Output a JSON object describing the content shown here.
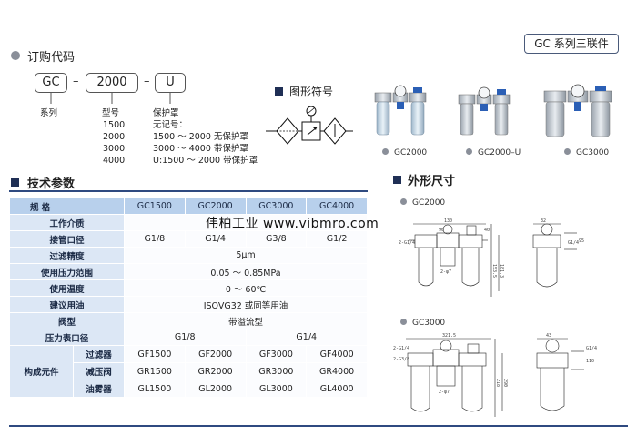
{
  "series_badge": "GC 系列三联件",
  "order_code": {
    "title": "订购代码",
    "boxes": [
      "GC",
      "2000",
      "U"
    ],
    "series_label": "系列",
    "model_label": "型号",
    "models": [
      "1500",
      "2000",
      "3000",
      "4000"
    ],
    "guard_title": "保护罩",
    "guard_lines": [
      "无记号：",
      "1500 ～ 2000 无保护罩",
      "3000 ～ 4000 带保护罩",
      "U:1500 ～ 2000 带保护罩"
    ]
  },
  "symbol": {
    "title": "图形符号"
  },
  "products": [
    {
      "label": "GC2000"
    },
    {
      "label": "GC2000–U"
    },
    {
      "label": "GC3000"
    }
  ],
  "spec": {
    "title": "技术参数",
    "header_label": "规 格",
    "models": [
      "GC1500",
      "GC2000",
      "GC3000",
      "GC4000"
    ],
    "rows": [
      {
        "label": "工作介质",
        "value": ""
      },
      {
        "label": "接管口径",
        "values": [
          "G1/8",
          "G1/4",
          "G3/8",
          "G1/2"
        ]
      },
      {
        "label": "过滤精度",
        "value": "5μm"
      },
      {
        "label": "使用压力范围",
        "value": "0.05 ～ 0.85MPa"
      },
      {
        "label": "使用温度",
        "value": "0 ～ 60℃"
      },
      {
        "label": "建议用油",
        "value": "ISOVG32 或同等用油"
      },
      {
        "label": "阀型",
        "value": "带溢流型"
      },
      {
        "label": "压力表口径",
        "values2": [
          "G1/8",
          "G1/4"
        ]
      }
    ],
    "components": {
      "label": "构成元件",
      "items": [
        {
          "name": "过滤器",
          "values": [
            "GF1500",
            "GF2000",
            "GF3000",
            "GF4000"
          ]
        },
        {
          "name": "减压阀",
          "values": [
            "GR1500",
            "GR2000",
            "GR3000",
            "GR4000"
          ]
        },
        {
          "name": "油雾器",
          "values": [
            "GL1500",
            "GL2000",
            "GL3000",
            "GL4000"
          ]
        }
      ]
    }
  },
  "watermark": "伟柏工业 www.vibmro.com",
  "dimensions": {
    "title": "外形尺寸",
    "items": [
      {
        "label": "GC2000",
        "dims": [
          "130",
          "90",
          "40",
          "2-G1/4",
          "G1/4",
          "2-φ7",
          "153.5",
          "181.3",
          "32",
          "95"
        ]
      },
      {
        "label": "GC3000",
        "dims": [
          "321.5",
          "2-G1/4",
          "2-G3/8",
          "2-φ7",
          "218",
          "290",
          "43",
          "110",
          "G1/4"
        ]
      }
    ]
  },
  "colors": {
    "header_blue": "#b8d0ec",
    "label_blue": "#dce7f5",
    "accent_navy": "#1f2f55",
    "bar": "#2f4a80"
  }
}
